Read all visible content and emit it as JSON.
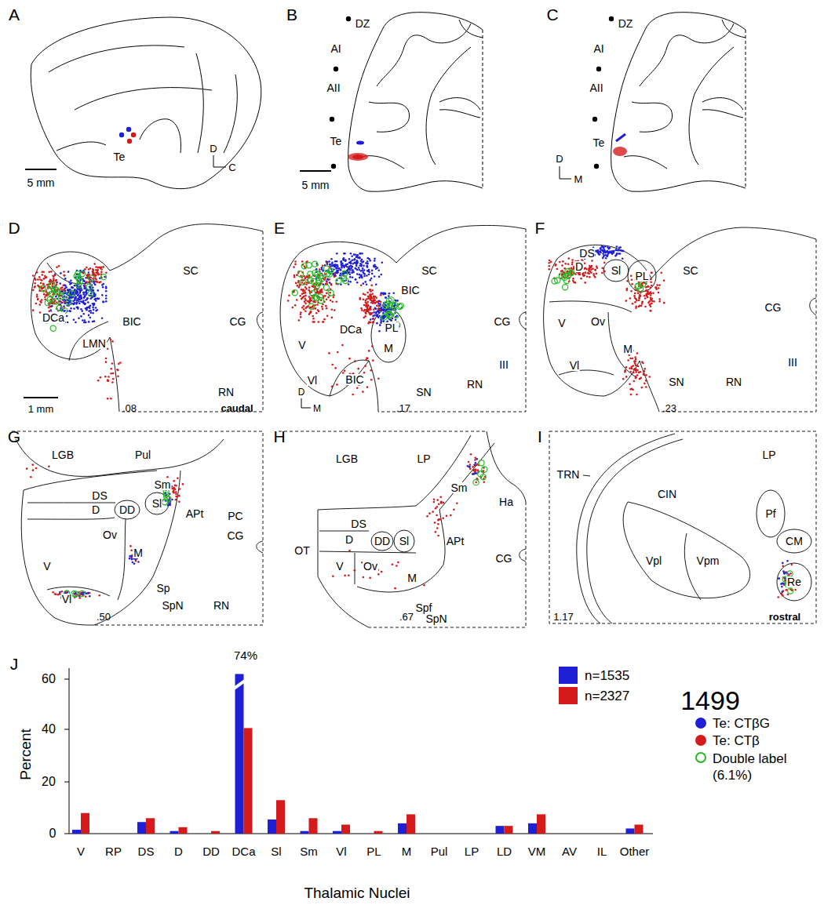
{
  "diagram": {
    "labels": [
      "A",
      "B",
      "C",
      "D",
      "E",
      "F",
      "G",
      "H",
      "I",
      "J",
      "5 mm",
      "Te",
      "D",
      "C",
      "DZ",
      "AI",
      "AII",
      "Te",
      "5 mm",
      "DZ",
      "AI",
      "AII",
      "Te",
      "D",
      "M",
      "SC",
      "BIC",
      "CG",
      "DCa",
      "LMN",
      "RN",
      "1 mm",
      ".08",
      "caudal",
      "SC",
      "CG",
      "BIC",
      "V",
      "DCa",
      "PL",
      "M",
      "BIC",
      "Vl",
      "III",
      "SN",
      "RN",
      ".17",
      "D",
      "M",
      "SC",
      "DS",
      "Sl",
      "PL",
      "CG",
      "D",
      "V",
      "Ov",
      "M",
      "III",
      "Vl",
      "SN",
      "RN",
      ".23",
      "LGB",
      "Pul",
      "Sm",
      "DS",
      "Sl",
      "D",
      "DD",
      "APt",
      "PC",
      "CG",
      "Ov",
      "M",
      "V",
      "Vl",
      "Sp",
      "SpN",
      "RN",
      ".50",
      "LP",
      "LGB",
      "Sm",
      "Ha",
      "DS",
      "D",
      "DD",
      "Sl",
      "APt",
      "OT",
      "CG",
      "V",
      "Ov",
      "M",
      "Spf",
      "SpN",
      ".67",
      "LP",
      "TRN",
      "CIN",
      "Pf",
      "CM",
      "Vpl",
      "Vpm",
      "Re",
      "1.17",
      "rostral",
      "74%",
      "60",
      "40",
      "20",
      "0",
      "Percent",
      "V",
      "RP",
      "DS",
      "D",
      "DD",
      "DCa",
      "Sl",
      "Sm",
      "Vl",
      "PL",
      "M",
      "Pul",
      "LP",
      "LD",
      "VM",
      "AV",
      "IL",
      "Other",
      "Thalamic Nuclei",
      "1499"
    ],
    "legend": [
      {
        "text": "n=1535",
        "color": "#1f1fd6"
      },
      {
        "text": "n=2327",
        "color": "#d41a1a"
      },
      {
        "text": "Te: CTβG",
        "color": "#1f1fd6"
      },
      {
        "text": "Te: CTβ",
        "color": "#d41a1a"
      },
      {
        "text": "Double label (6.1%)"
      }
    ]
  }
}
